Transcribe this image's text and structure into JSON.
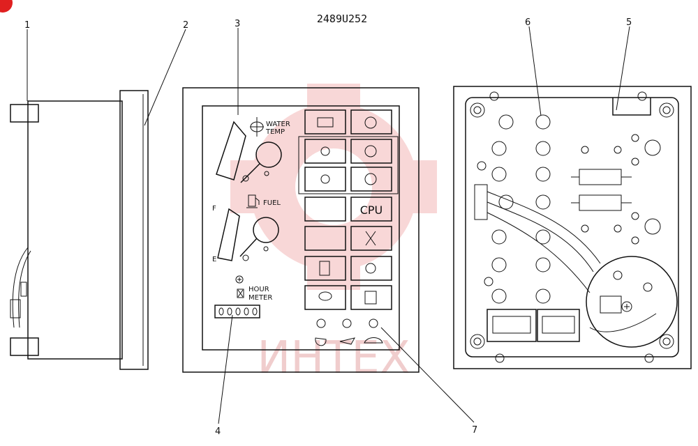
{
  "drawing_number": "2489U252",
  "callouts": [
    {
      "id": "1",
      "label": "1"
    },
    {
      "id": "2",
      "label": "2"
    },
    {
      "id": "3",
      "label": "3"
    },
    {
      "id": "4",
      "label": "4"
    },
    {
      "id": "5",
      "label": "5"
    },
    {
      "id": "6",
      "label": "6"
    },
    {
      "id": "7",
      "label": "7"
    }
  ],
  "gauges": {
    "water_temp_line1": "WATER",
    "water_temp_line2": "TEMP",
    "fuel_label": "FUEL",
    "fuel_full_mark": "F",
    "fuel_empty_mark": "E",
    "hour_meter_line1": "HOUR",
    "hour_meter_line2": "METER"
  },
  "indicators": {
    "cpu_label": "CPU"
  },
  "watermark": {
    "text": "ИНТЕХ",
    "color": "#e8a0a0"
  },
  "colors": {
    "line": "#111111",
    "panel_fill": "#ffffff",
    "watermark_gear": "#f4c6c6"
  }
}
